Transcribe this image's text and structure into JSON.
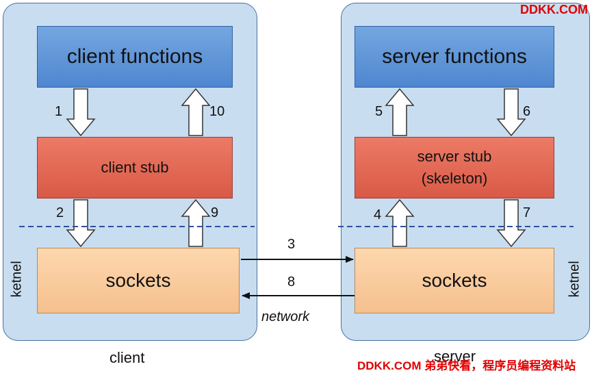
{
  "client": {
    "functions": "client functions",
    "stub": "client stub",
    "sockets": "sockets",
    "kernel": "ketnel",
    "caption": "client"
  },
  "server": {
    "functions": "server functions",
    "stub_line1": "server stub",
    "stub_line2": "(skeleton)",
    "sockets": "sockets",
    "kernel": "ketnel",
    "caption": "server"
  },
  "steps": {
    "s1": "1",
    "s2": "2",
    "s3": "3",
    "s4": "4",
    "s5": "5",
    "s6": "6",
    "s7": "7",
    "s8": "8",
    "s9": "9",
    "s10": "10"
  },
  "network_label": "network",
  "watermark_top": "DDKK.COM",
  "watermark_bottom": "DDKK.COM 弟弟快看，程序员编程资料站",
  "colors": {
    "panel": "#c8ddf0",
    "functions": "#5b8fd6",
    "stub": "#e2654f",
    "sockets": "#fbcb9c",
    "watermark": "#e00000"
  }
}
